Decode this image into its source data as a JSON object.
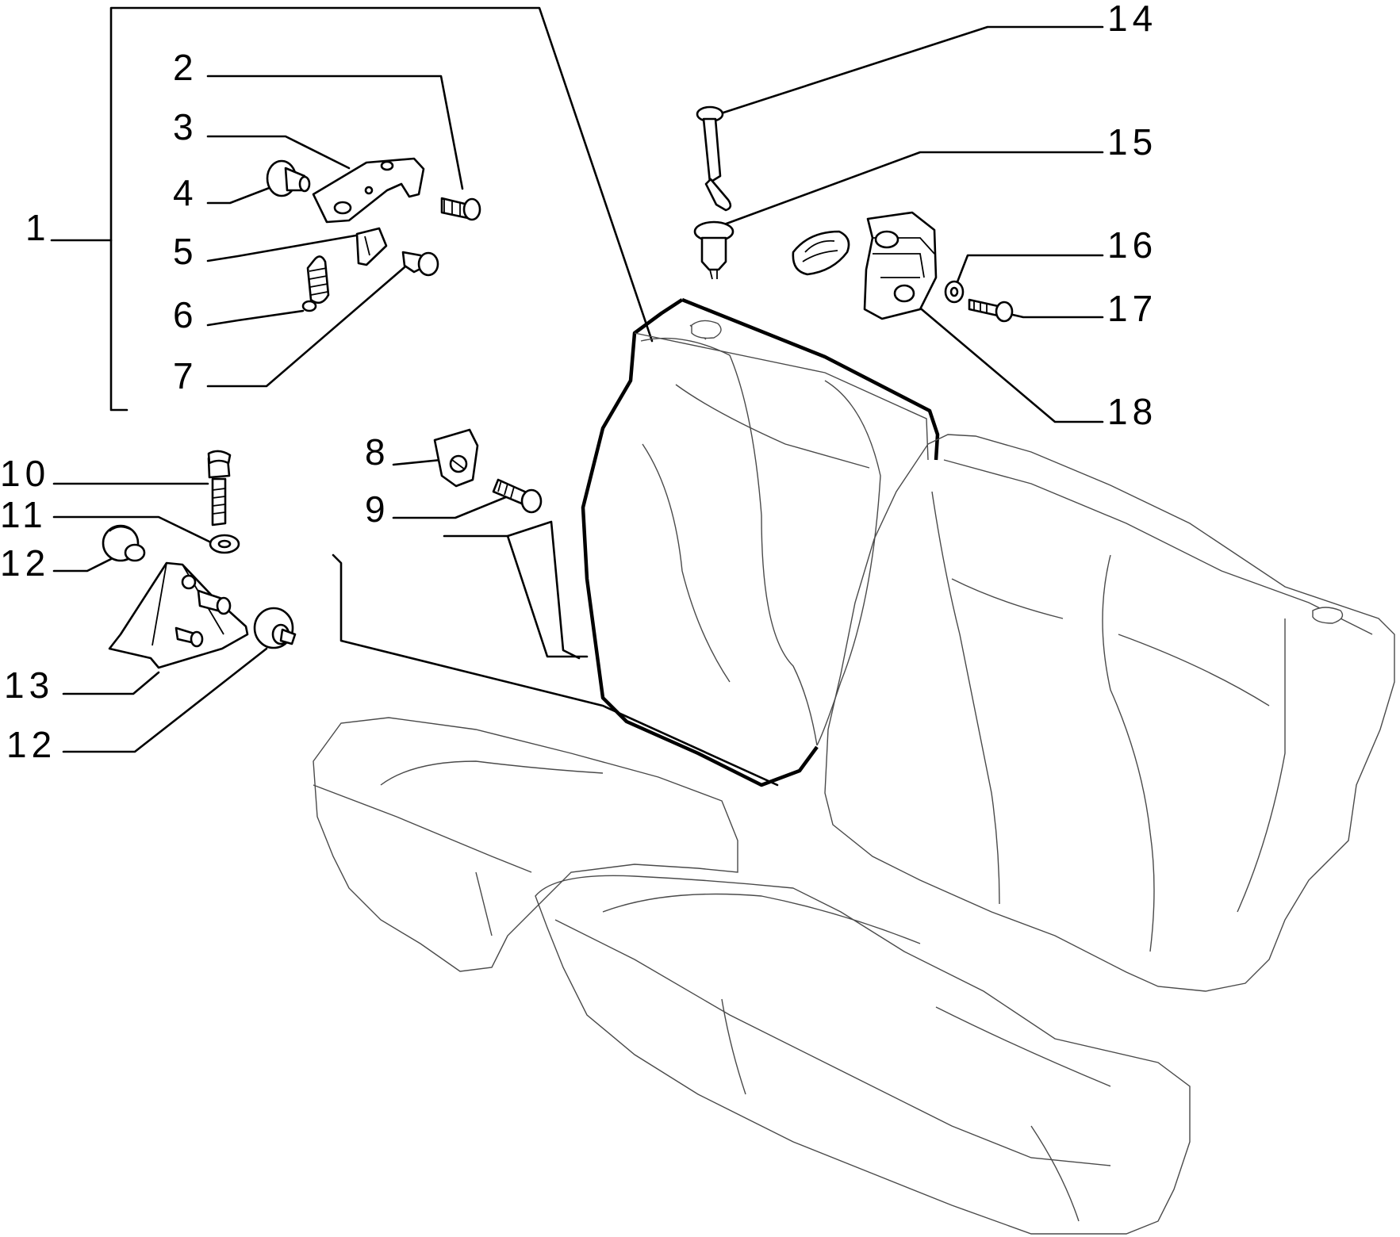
{
  "callouts": [
    {
      "id": "1",
      "text": "1"
    },
    {
      "id": "2",
      "text": "2"
    },
    {
      "id": "3",
      "text": "3"
    },
    {
      "id": "4",
      "text": "4"
    },
    {
      "id": "5",
      "text": "5"
    },
    {
      "id": "6",
      "text": "6"
    },
    {
      "id": "7",
      "text": "7"
    },
    {
      "id": "8",
      "text": "8"
    },
    {
      "id": "9",
      "text": "9"
    },
    {
      "id": "10",
      "text": "10"
    },
    {
      "id": "11",
      "text": "11"
    },
    {
      "id": "12a",
      "text": "12"
    },
    {
      "id": "13",
      "text": "13"
    },
    {
      "id": "12b",
      "text": "12"
    },
    {
      "id": "14",
      "text": "14"
    },
    {
      "id": "15",
      "text": "15"
    },
    {
      "id": "16",
      "text": "16"
    },
    {
      "id": "17",
      "text": "17"
    },
    {
      "id": "18",
      "text": "18"
    }
  ]
}
